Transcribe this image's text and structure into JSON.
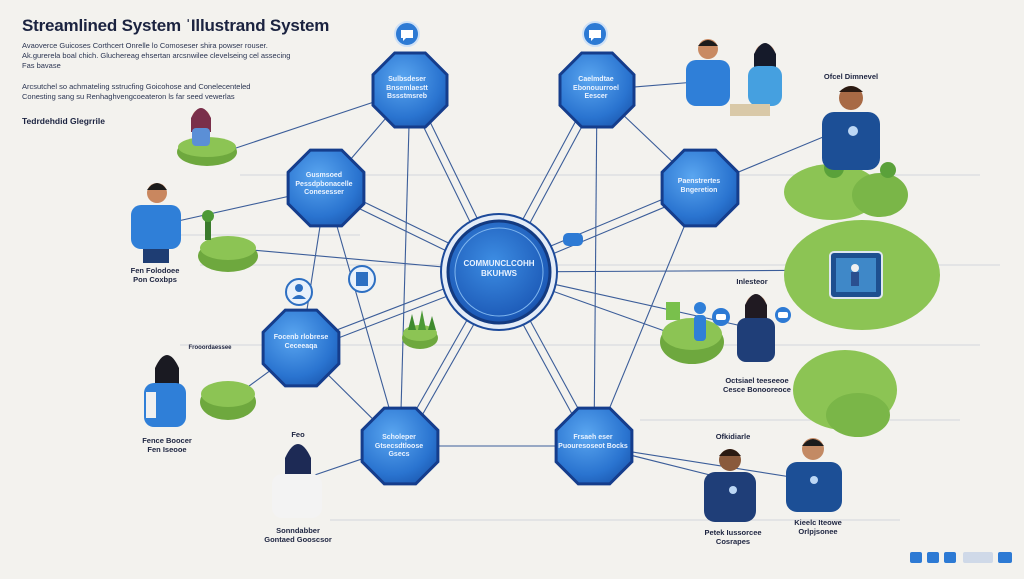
{
  "header": {
    "title": "Streamlined System ˈIllustrand System",
    "intro_lines_1": [
      "Avaoverce Guicoses Corthcert Onrelle lo Comoseser shira powser rouser.",
      "Ak.gurerela boal chich. Gluchereag ehsertan arcsnwilee clevelseing cel assecing",
      "Fas bavase"
    ],
    "intro_lines_2": [
      "Arcsutchel so achmateling sstrucfing Goicohose and Conelecenteled",
      "Conesting sang su Renhaghvengcoeateron ls far seed vewerlas"
    ],
    "section_label": "Tedrdehdid Glegrrile"
  },
  "hub": {
    "label": "COMMUNCLCOHH BKUHWS"
  },
  "nodes": [
    {
      "id": "n1",
      "label": "Sulbsdeser Bnsemlaestt Bssstmsreb"
    },
    {
      "id": "n2",
      "label": "Caelmdtae Ebonouurroel Eescer"
    },
    {
      "id": "n3",
      "label": "Gusmsoed Pessdpbonacelle Conesesser"
    },
    {
      "id": "n4",
      "label": "Paenstrertes Bngeretion"
    },
    {
      "id": "n5",
      "label": "Focenb rlobrese Ceceeaqa"
    },
    {
      "id": "n6",
      "label": "Scholeper Gtsecsdtloose Gsecs"
    },
    {
      "id": "n7",
      "label": "Frsaeh eser Puouresoseot Bocks"
    }
  ],
  "people_labels": {
    "p_left_mid": [
      "Fen Folodoee",
      "Pon Coxbps"
    ],
    "p_left_low": [
      "Fence Boocer",
      "Fen Iseooe"
    ],
    "p_left_low_tag": "Feo",
    "p_bottom_left": [
      "Sonndabber",
      "Gontaed Gooscsor"
    ],
    "p_bottom_right_a_tag": "Ofkidiarle",
    "p_bottom_right_a": [
      "Petek Iussorcee",
      "Cosrapes"
    ],
    "p_bottom_right_b": [
      "Kieelc Iteowe",
      "Orlpjsonee"
    ],
    "p_right_top": "Ofcel Dimnevel",
    "p_right_mid_tag": "Inlesteor",
    "p_right_mid": [
      "Octsiael teeseeoe",
      "Cesce Bonooreoce"
    ],
    "p_left_tag_small": "Frooordaessee"
  },
  "colors": {
    "background": "#f3f2ee",
    "node_fill": "#2f7fd8",
    "node_stroke": "#153d8c",
    "hub_fill": "#1e5bb8",
    "line": "#3b5d99",
    "grass": "#79b545",
    "shirt": "#2a6ec2"
  }
}
